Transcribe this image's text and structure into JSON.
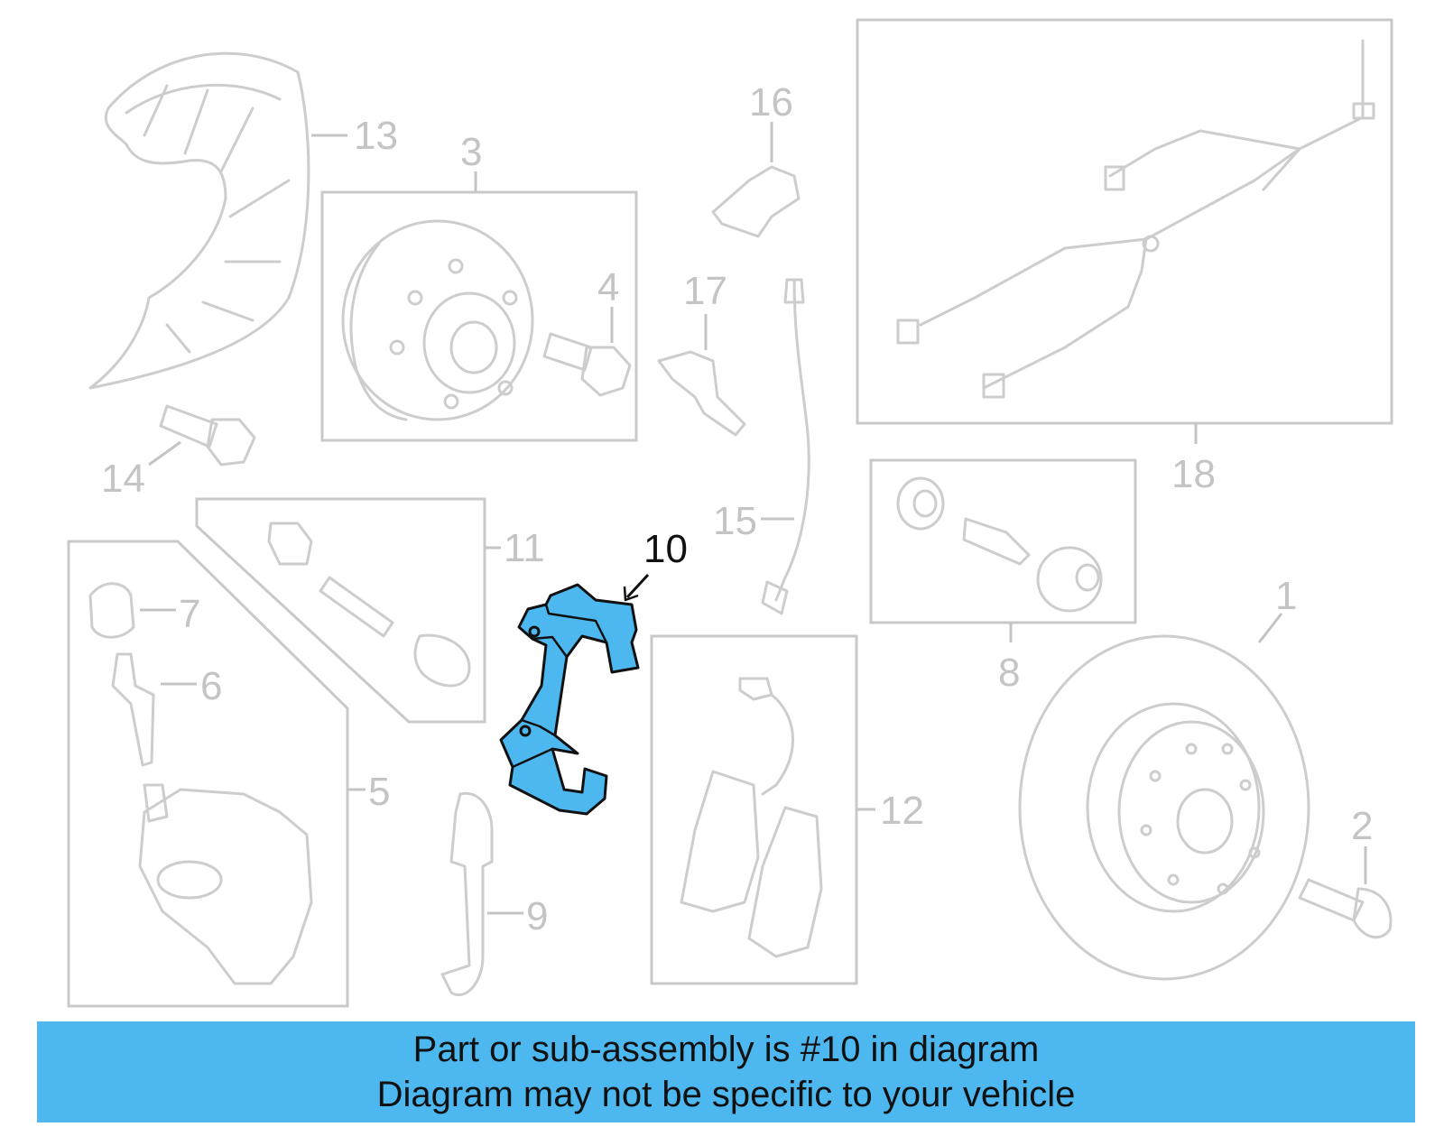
{
  "callouts": {
    "c1": "1",
    "c2": "2",
    "c3": "3",
    "c4": "4",
    "c5": "5",
    "c6": "6",
    "c7": "7",
    "c8": "8",
    "c9": "9",
    "c10": "10",
    "c11": "11",
    "c12": "12",
    "c13": "13",
    "c14": "14",
    "c15": "15",
    "c16": "16",
    "c17": "17",
    "c18": "18"
  },
  "highlighted_part": "10",
  "banner": {
    "line1": "Part or sub-assembly is #10 in diagram",
    "line2": "Diagram may not be specific to your vehicle"
  },
  "colors": {
    "highlight": "#4db8f0",
    "ghost": "#cdcdcd",
    "banner": "#4db8f0"
  }
}
